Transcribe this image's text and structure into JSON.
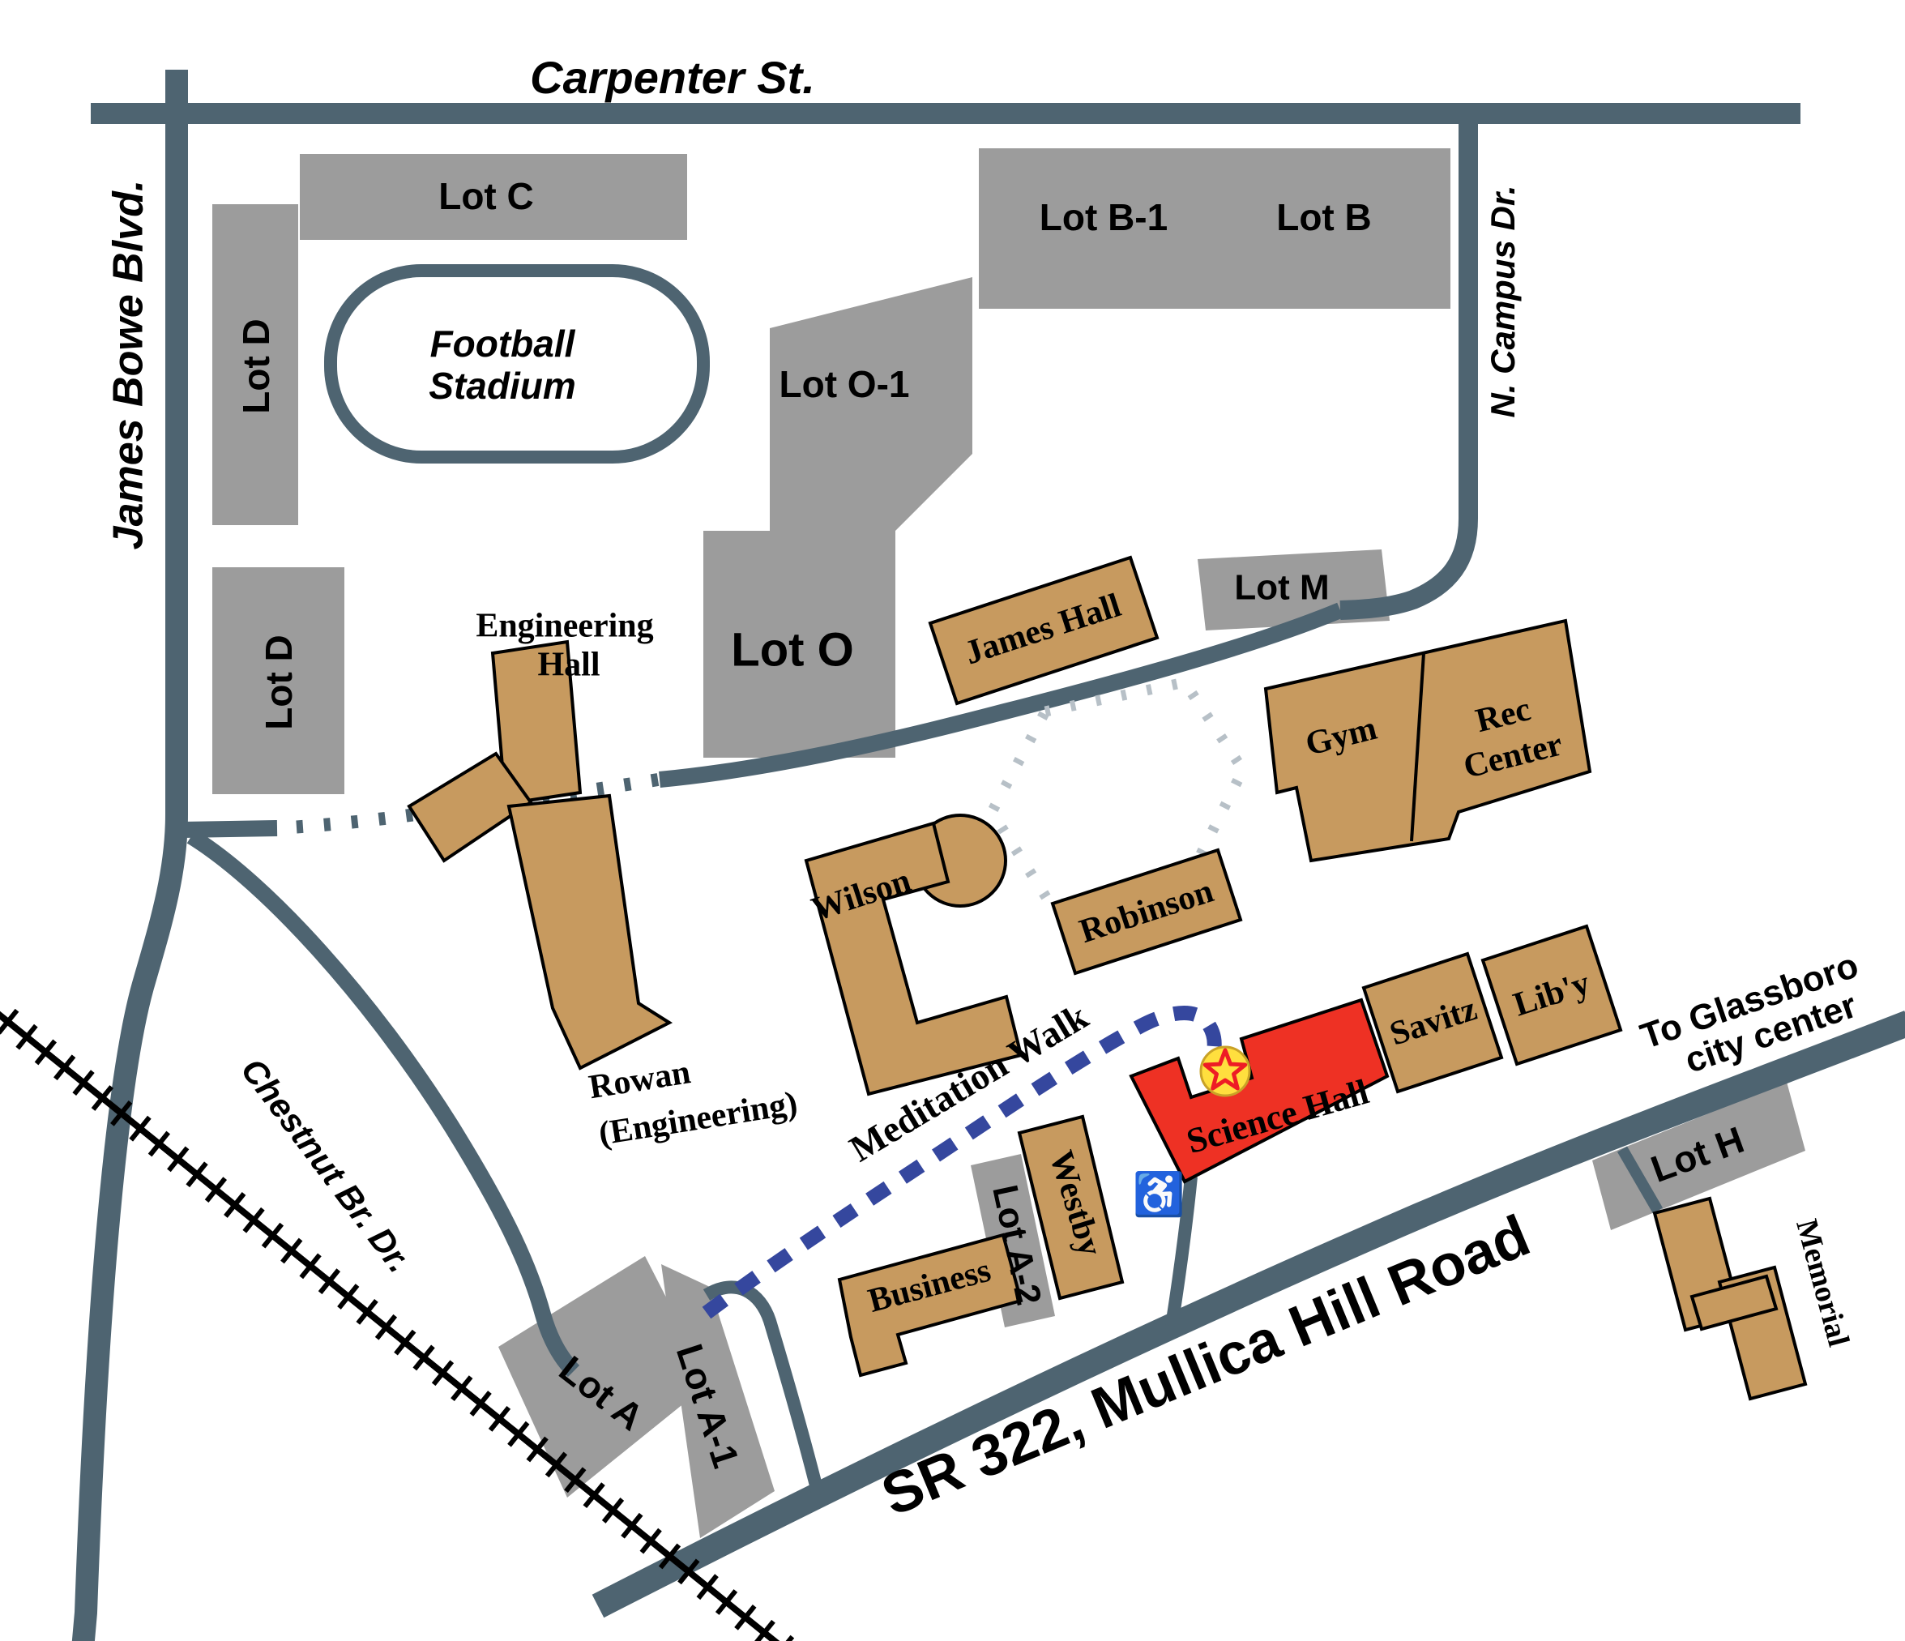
{
  "map": {
    "colors": {
      "road": "#4e6471",
      "lot": "#9c9c9c",
      "building": "#c79a5f",
      "highlight_building": "#ee3124",
      "walkway": "#35479e",
      "dotted_path": "#b7c0c7",
      "star_fill": "#ffdf3e",
      "star_stroke": "#ee1c25"
    },
    "roads": {
      "carpenter": "Carpenter St.",
      "james_bowe": "James Bowe Blvd.",
      "n_campus": "N. Campus Dr.",
      "chestnut": "Chestnut Br. Dr.",
      "sr322": "SR 322, Mullica Hill Road",
      "to_glassboro_line1": "To Glassboro",
      "to_glassboro_line2": "city center"
    },
    "lots": {
      "c": "Lot C",
      "d_upper": "Lot D",
      "d_lower": "Lot D",
      "b1": "Lot B-1",
      "b": "Lot B",
      "o1": "Lot O-1",
      "o": "Lot O",
      "m": "Lot M",
      "a": "Lot A",
      "a1": "Lot A-1",
      "a2": "Lot A-2",
      "h": "Lot H"
    },
    "buildings": {
      "engineering_line1": "Engineering",
      "engineering_line2": "Hall",
      "rowan_line1": "Rowan",
      "rowan_line2": "(Engineering)",
      "james_hall": "James Hall",
      "gym": "Gym",
      "rec_line1": "Rec",
      "rec_line2": "Center",
      "wilson": "Wilson",
      "robinson": "Robinson",
      "savitz": "Savitz",
      "library": "Lib'y",
      "science_hall": "Science Hall",
      "westby": "Westby",
      "business": "Business",
      "memorial": "Memorial"
    },
    "features": {
      "stadium_line1": "Football",
      "stadium_line2": "Stadium",
      "meditation_walk": "Meditation Walk",
      "accessible_icon": "♿"
    }
  }
}
